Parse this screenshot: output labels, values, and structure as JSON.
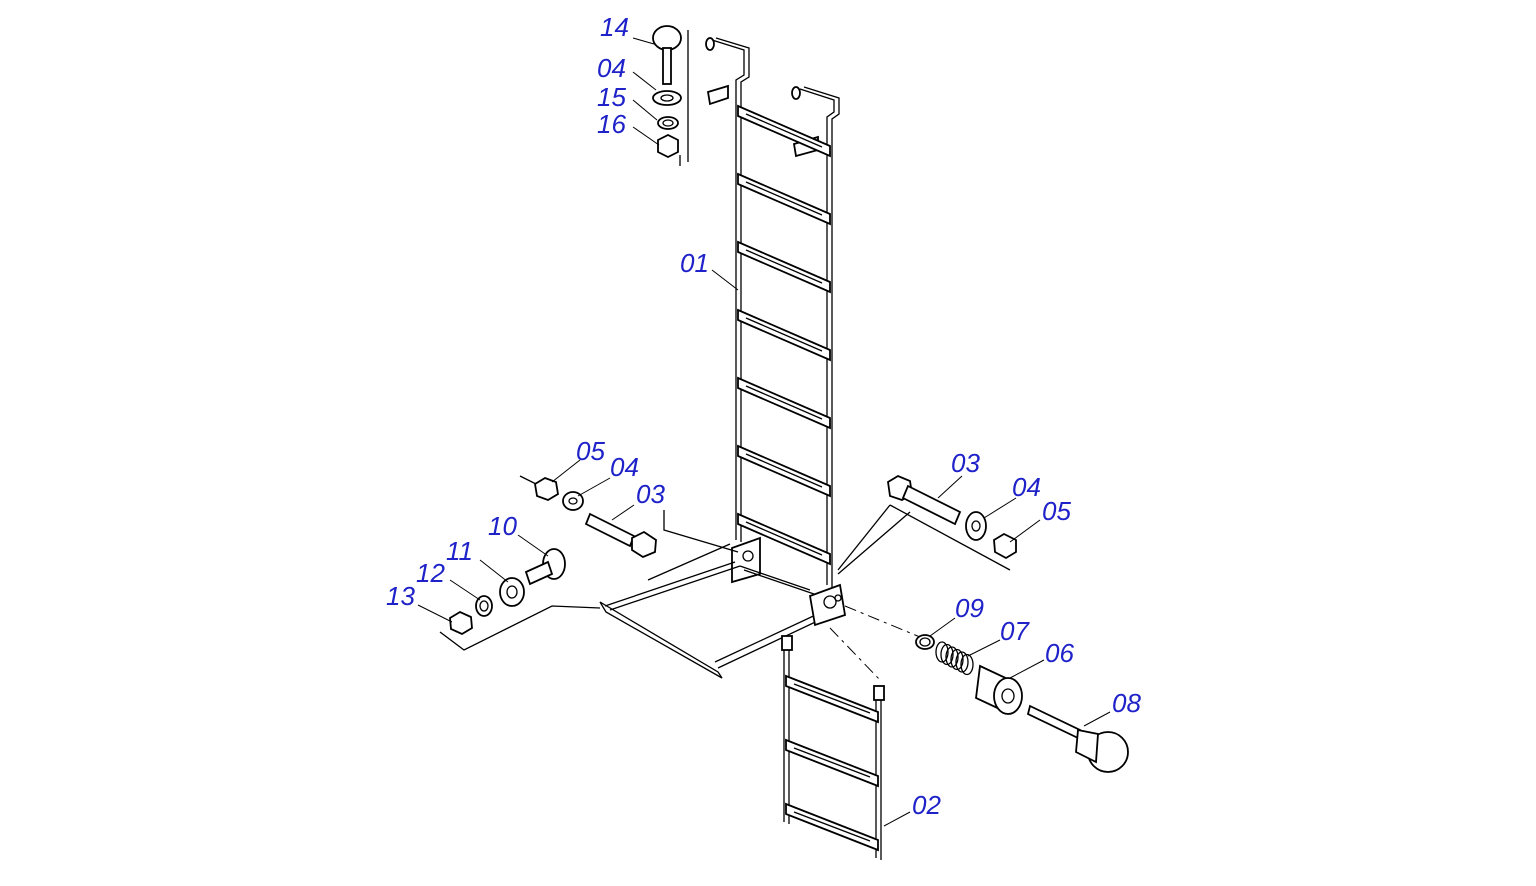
{
  "callouts": {
    "p14": "14",
    "p04a": "04",
    "p15": "15",
    "p16": "16",
    "p01": "01",
    "p05a": "05",
    "p04b": "04",
    "p03a": "03",
    "p10": "10",
    "p11": "11",
    "p12": "12",
    "p13": "13",
    "p03b": "03",
    "p04c": "04",
    "p05b": "05",
    "p09": "09",
    "p07": "07",
    "p06": "06",
    "p08": "08",
    "p02": "02"
  },
  "colors": {
    "callout": "#1e22c8",
    "line": "#000000",
    "background": "#ffffff"
  }
}
